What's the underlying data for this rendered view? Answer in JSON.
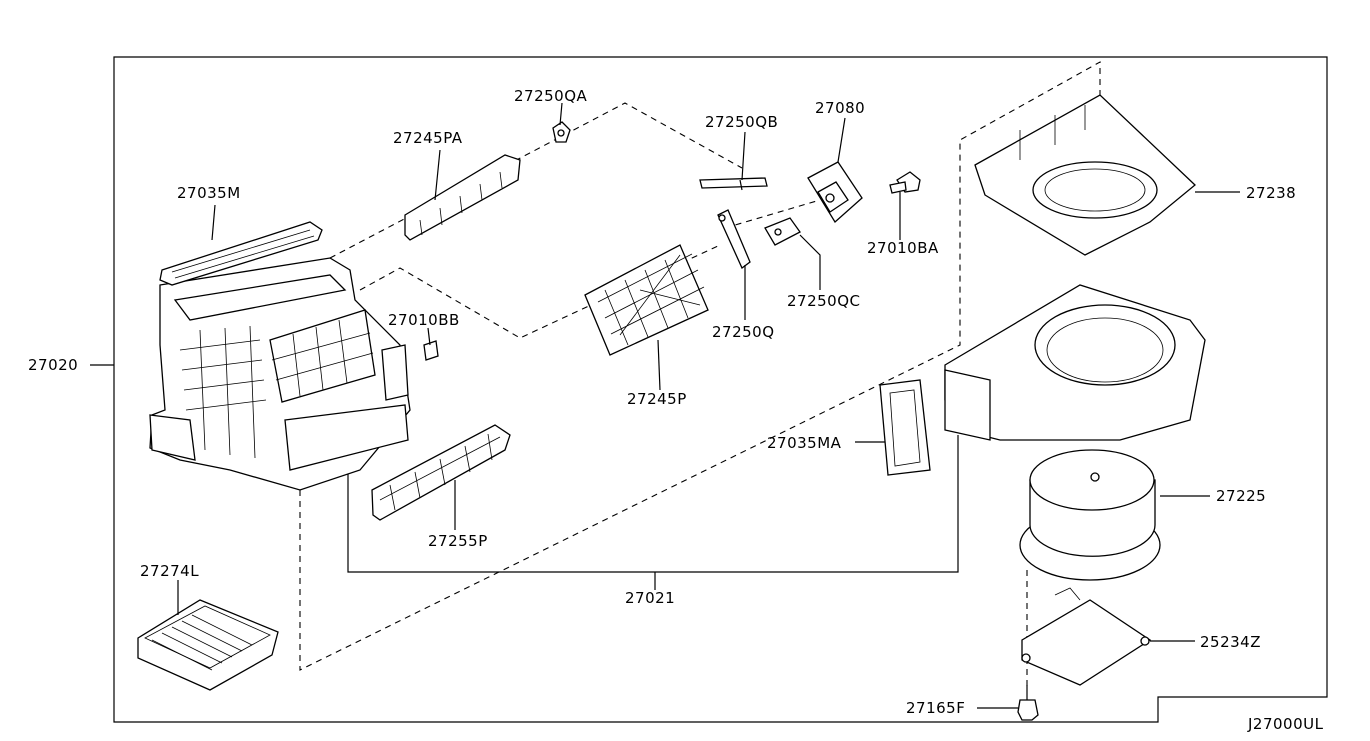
{
  "diagram_code": "J27000UL",
  "part_labels": {
    "p27250QA": "27250QA",
    "p27245PA": "27245PA",
    "p27250QB": "27250QB",
    "p27080": "27080",
    "p27035M": "27035M",
    "p27010BA": "27010BA",
    "p27238": "27238",
    "p27250QC": "27250QC",
    "p27010BB": "27010BB",
    "p27250Q": "27250Q",
    "p27020": "27020",
    "p27245P": "27245P",
    "p27035MA": "27035MA",
    "p27225": "27225",
    "p27255P": "27255P",
    "p27274L": "27274L",
    "p27021": "27021",
    "p25234Z": "25234Z",
    "p27165F": "27165F"
  }
}
